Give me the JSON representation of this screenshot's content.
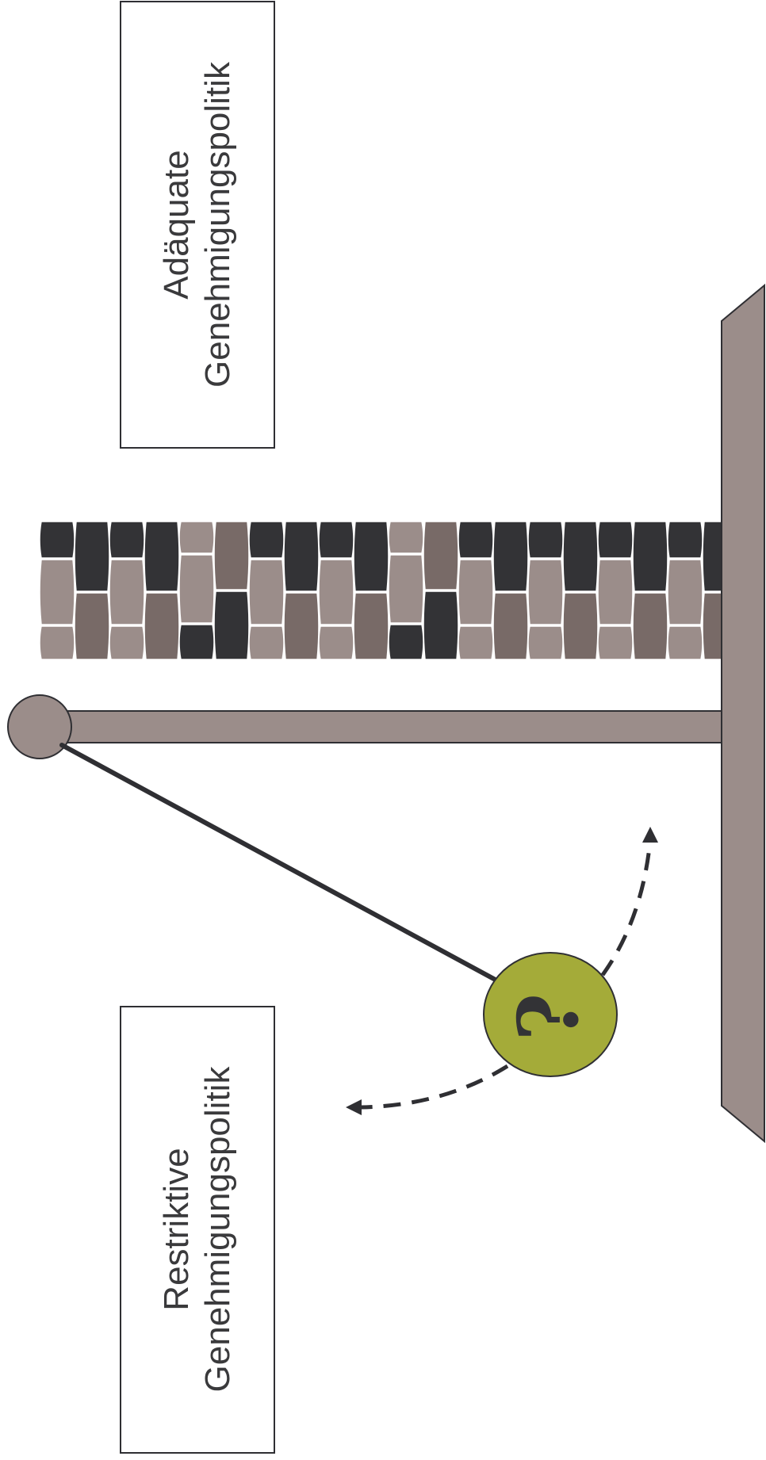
{
  "diagram": {
    "labels": {
      "adequate_line1": "Adäquate",
      "adequate_line2": "Genehmigungspolitik",
      "restrictive_line1": "Restriktive",
      "restrictive_line2": "Genehmigungspolitik"
    },
    "question_symbol": "?",
    "colors": {
      "beam": "#9b8d8a",
      "outline": "#2f2f33",
      "brick_dark": "#333336",
      "brick_medium": "#786a67",
      "brick_light": "#9b8d8a",
      "question_fill": "#a4ab39",
      "box_border": "#2f2f33",
      "text": "#3a3a3c"
    },
    "icons": [
      "question-mark-icon",
      "arrow-head-icon"
    ]
  }
}
